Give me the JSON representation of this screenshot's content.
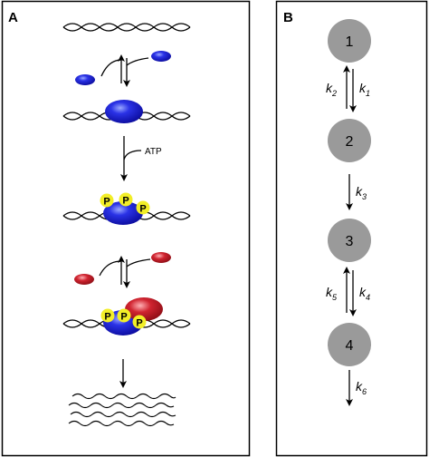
{
  "panel_a": {
    "label": "A",
    "atp_label": "ATP",
    "phospho_label": "P"
  },
  "panel_b": {
    "label": "B",
    "states": [
      "1",
      "2",
      "3",
      "4"
    ],
    "rates": {
      "k1": {
        "base": "k",
        "sub": "1"
      },
      "k2": {
        "base": "k",
        "sub": "2"
      },
      "k3": {
        "base": "k",
        "sub": "3"
      },
      "k4": {
        "base": "k",
        "sub": "4"
      },
      "k5": {
        "base": "k",
        "sub": "5"
      },
      "k6": {
        "base": "k",
        "sub": "6"
      }
    }
  },
  "colors": {
    "activator_blue": "#1a1ad6",
    "inhibitor_red": "#c8202a",
    "phospho_yellow": "#f2ee28",
    "state_gray": "#9a9a9a",
    "line": "#000000"
  }
}
